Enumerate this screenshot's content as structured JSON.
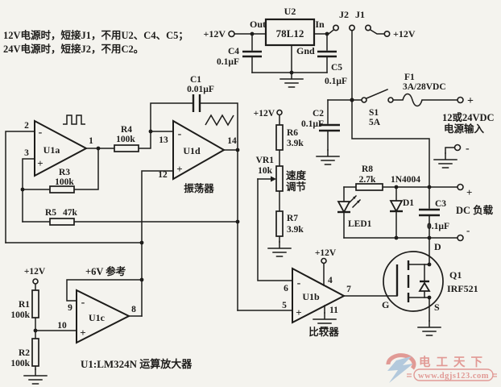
{
  "note": {
    "line1": "12V电源时，短接J1，不用U2、C4、C5；",
    "line2": "24V电源时，短接J2，不用C2。",
    "u1_note": "U1:LM324N 运算放大器"
  },
  "regulator": {
    "u2_ref": "U2",
    "u2_part": "78L12",
    "pin_out": "Out",
    "pin_in": "In",
    "pin_gnd": "Gnd",
    "rail_left": "+12V",
    "c4_ref": "C4",
    "c4_val": "0.1µF",
    "c5_ref": "C5",
    "c5_val": "0.1µF"
  },
  "jumpers": {
    "j2": "J2",
    "j1": "J1",
    "rail_right": "+12V"
  },
  "power_input": {
    "c2_ref": "C2",
    "c2_val": "0.1µF",
    "s1_ref": "S1",
    "s1_val": "5A",
    "f1_ref": "F1",
    "f1_val": "3A/28VDC",
    "plus": "+",
    "minus": "-",
    "label_line1": "12或24VDC",
    "label_line2": "电源输入"
  },
  "oscillator": {
    "block_label": "振荡器",
    "u1a_ref": "U1a",
    "u1a_pin_inv": "2",
    "u1a_pin_nin": "3",
    "u1a_pin_out": "1",
    "u1d_ref": "U1d",
    "u1d_pin_inv": "13",
    "u1d_pin_nin": "12",
    "u1d_pin_out": "14",
    "r3_ref": "R3",
    "r3_val": "100k",
    "r4_ref": "R4",
    "r4_val": "100k",
    "r5_ref": "R5",
    "r5_val": "47k",
    "c1_ref": "C1",
    "c1_val": "0.01µF",
    "plus": "+",
    "minus": "-"
  },
  "speed": {
    "rail": "+12V",
    "r6_ref": "R6",
    "r6_val": "3.9k",
    "vr1_ref": "VR1",
    "vr1_val": "10k",
    "label_line1": "速度",
    "label_line2": "调节",
    "r7_ref": "R7",
    "r7_val": "3.9k"
  },
  "reference": {
    "label": "+6V 参考",
    "rail": "+12V",
    "u1c_ref": "U1c",
    "pin_inv": "9",
    "pin_nin": "10",
    "pin_out": "8",
    "r1_ref": "R1",
    "r1_val": "100k",
    "r2_ref": "R2",
    "r2_val": "100k",
    "plus": "+",
    "minus": "-"
  },
  "comparator": {
    "block_label": "比较器",
    "rail": "+12V",
    "u1b_ref": "U1b",
    "pin_inv": "6",
    "pin_nin": "5",
    "pin_out": "7",
    "pin_vcc": "4",
    "pin_gnd": "11",
    "plus": "+",
    "minus": "-"
  },
  "output": {
    "r8_ref": "R8",
    "r8_val": "2.7k",
    "d1_ref": "D1",
    "d1_part": "1N4004",
    "led_ref": "LED1",
    "c3_ref": "C3",
    "c3_val": "0.1µF",
    "load_label": "DC 负载",
    "plus": "+",
    "minus": "-",
    "q1_ref": "Q1",
    "q1_part": "IRF521",
    "pin_d": "D",
    "pin_g": "G",
    "pin_s": "S"
  },
  "watermark": {
    "site": "电工天下",
    "url": "www.dgjs123.com"
  },
  "colors": {
    "bg": "#f4f3ee",
    "ink": "#1d1c1a",
    "wm_red": "#dd8480",
    "wm_blue": "#a3bfd8"
  }
}
